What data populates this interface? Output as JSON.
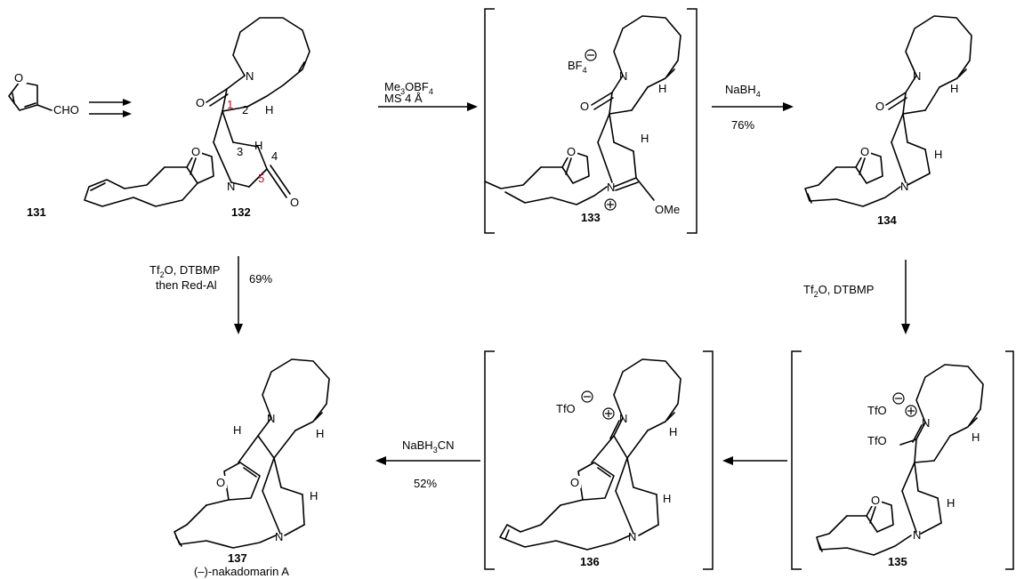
{
  "compounds": {
    "c131": "131",
    "c132": "132",
    "c133": "133",
    "c134": "134",
    "c135": "135",
    "c136": "136",
    "c137": "137",
    "c137_name": "(–)-nakadomarin A"
  },
  "atoms": {
    "o": "O",
    "n": "N",
    "h": "H",
    "cho": "CHO",
    "ome": "OMe",
    "bf4": "BF",
    "bf4_sub": "4",
    "tfo": "TfO"
  },
  "position_numbers": [
    "1",
    "2",
    "3",
    "4",
    "5"
  ],
  "reagents": {
    "step1_line1": "Me",
    "step1_line1_sub": "3",
    "step1_line1_rest": "OBF",
    "step1_line1_sub2": "4",
    "step1_line2": "MS 4 Å",
    "step2_line1": "NaBH",
    "step2_line1_sub": "4",
    "step2_yield": "76%",
    "step3_line1": "Tf",
    "step3_line1_sub": "2",
    "step3_line1_rest": "O, DTBMP",
    "step4_line1": "Tf",
    "step4_line1_sub": "2",
    "step4_line1_rest": "O, DTBMP",
    "step4_line2": "then Red-Al",
    "step4_yield": "69%",
    "step5_line1": "NaBH",
    "step5_line1_sub": "3",
    "step5_line1_rest": "CN",
    "step5_yield": "52%"
  }
}
